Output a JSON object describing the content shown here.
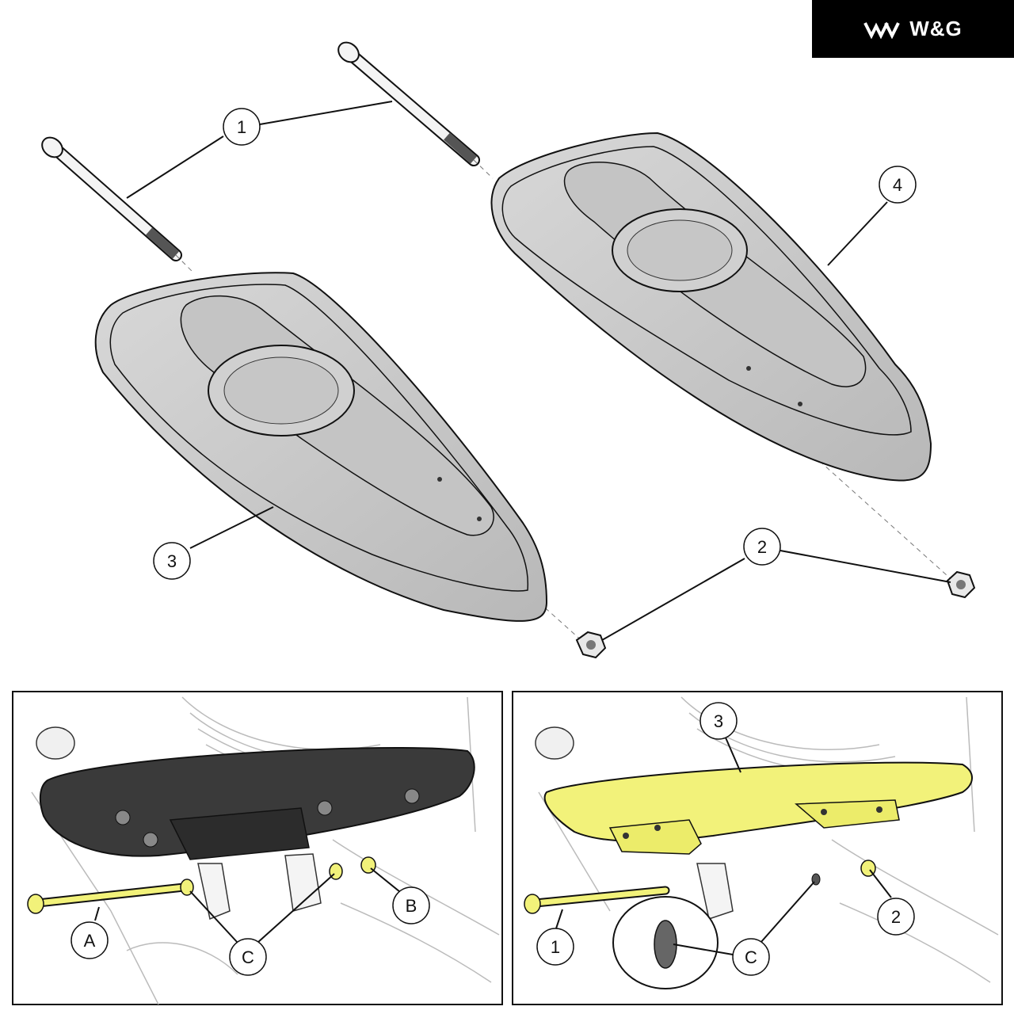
{
  "brand": {
    "name": "W&G",
    "logo_icon": "triple-chevron-logo-icon",
    "bg_color": "#000000",
    "text_color": "#ffffff"
  },
  "colors": {
    "part_gray": "#c9c9c9",
    "part_dark": "#3a3a3a",
    "highlight_yellow": "#f2f27a",
    "line": "#111111"
  },
  "exploded_view": {
    "callouts": {
      "bolt": "1",
      "nut": "2",
      "left_board": "3",
      "right_board": "4"
    }
  },
  "detail_left": {
    "callouts": {
      "a": "A",
      "b": "B",
      "c": "C"
    }
  },
  "detail_right": {
    "callouts": {
      "bolt": "1",
      "nut": "2",
      "board": "3",
      "c": "C"
    }
  }
}
